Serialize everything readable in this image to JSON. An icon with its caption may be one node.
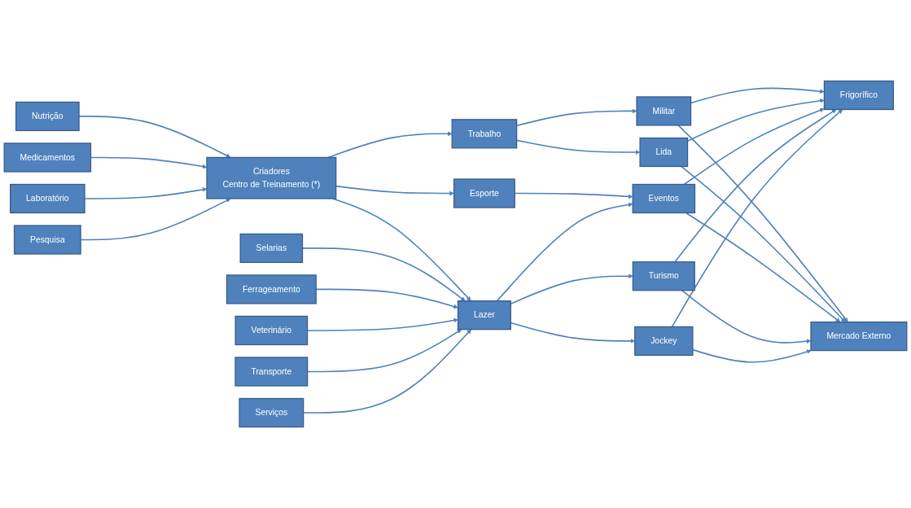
{
  "diagram": {
    "nodes": [
      {
        "text": [
          "Nutrição"
        ]
      },
      {
        "text": [
          "Medicamentos"
        ]
      },
      {
        "text": [
          "Laboratório"
        ]
      },
      {
        "text": [
          "Pesquisa"
        ]
      },
      {
        "text": [
          "Criadores",
          "Centro de Treinamento (*)"
        ]
      },
      {
        "text": [
          "Trabalho"
        ]
      },
      {
        "text": [
          "Esporte"
        ]
      },
      {
        "text": [
          "Lazer"
        ]
      },
      {
        "text": [
          "Militar"
        ]
      },
      {
        "text": [
          "Lida"
        ]
      },
      {
        "text": [
          "Eventos"
        ]
      },
      {
        "text": [
          "Turismo"
        ]
      },
      {
        "text": [
          "Jockey"
        ]
      },
      {
        "text": [
          "Frigorífico"
        ]
      },
      {
        "text": [
          "Mercado Externo"
        ]
      },
      {
        "text": [
          "Selarias"
        ]
      },
      {
        "text": [
          "Ferrageamento"
        ]
      },
      {
        "text": [
          "Veterinário"
        ]
      },
      {
        "text": [
          "Transporte"
        ]
      },
      {
        "text": [
          "Serviços"
        ]
      }
    ],
    "edges": [
      {
        "from": 0,
        "to": 4,
        "arrow": "to"
      },
      {
        "from": 1,
        "to": 4,
        "arrow": "to"
      },
      {
        "from": 2,
        "to": 4,
        "arrow": "to"
      },
      {
        "from": 3,
        "to": 4,
        "arrow": "to"
      },
      {
        "from": 4,
        "to": 5,
        "arrow": "to"
      },
      {
        "from": 4,
        "to": 6,
        "arrow": "to"
      },
      {
        "from": 4,
        "to": 7,
        "arrow": "to"
      },
      {
        "from": 5,
        "to": 8,
        "arrow": "to"
      },
      {
        "from": 5,
        "to": 9,
        "arrow": "to"
      },
      {
        "from": 6,
        "to": 10,
        "arrow": "to"
      },
      {
        "from": 7,
        "to": 10,
        "arrow": "to"
      },
      {
        "from": 7,
        "to": 11,
        "arrow": "to"
      },
      {
        "from": 7,
        "to": 12,
        "arrow": "to"
      },
      {
        "from": 8,
        "to": 13,
        "arrow": "to"
      },
      {
        "from": 9,
        "to": 13,
        "arrow": "to"
      },
      {
        "from": 10,
        "to": 13,
        "arrow": "to"
      },
      {
        "from": 11,
        "to": 13,
        "arrow": "to"
      },
      {
        "from": 12,
        "to": 13,
        "arrow": "to"
      },
      {
        "from": 8,
        "to": 14,
        "arrow": "to"
      },
      {
        "from": 9,
        "to": 14,
        "arrow": "to"
      },
      {
        "from": 10,
        "to": 14,
        "arrow": "to"
      },
      {
        "from": 11,
        "to": 14,
        "arrow": "to"
      },
      {
        "from": 12,
        "to": 14,
        "arrow": "to"
      },
      {
        "from": 15,
        "to": 7,
        "arrow": "to"
      },
      {
        "from": 16,
        "to": 7,
        "arrow": "to"
      },
      {
        "from": 17,
        "to": 7,
        "arrow": "to"
      },
      {
        "from": 18,
        "to": 7,
        "arrow": "to"
      },
      {
        "from": 19,
        "to": 7,
        "arrow": "to"
      }
    ]
  }
}
